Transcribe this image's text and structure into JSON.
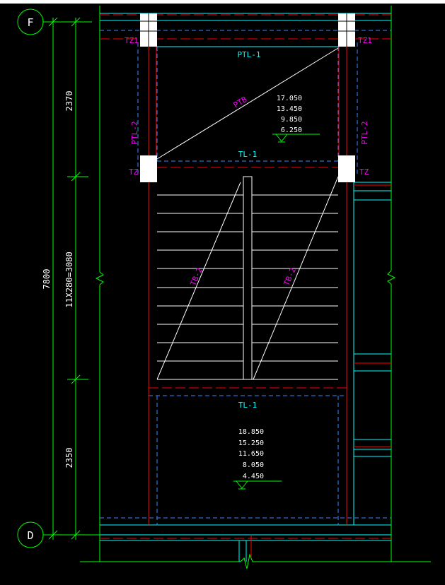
{
  "title": "",
  "colors": {
    "background": "#000000",
    "green": "#00ff00",
    "white": "#ffffff",
    "cyan": "#00ffff",
    "red": "#ff0000",
    "blue": "#3a8cff",
    "magenta": "#ff00ff"
  },
  "axes": {
    "top": "F",
    "bottom": "D"
  },
  "dimensions": {
    "total": "7800",
    "upper": "2370",
    "middle": "11X280=3080",
    "lower": "2350"
  },
  "labels": {
    "tz1_left": "TZ1",
    "tz1_right": "TZ1",
    "ptl1": "PTL-1",
    "ptb": "PTB",
    "ptl2_left": "PTL-2",
    "ptl2_right": "PTL-2",
    "tl1_top": "TL-1",
    "tz_left": "TZ",
    "tz_right": "TZ",
    "tb_left": "TB-2",
    "tb_right": "TB-2",
    "tl1_bottom": "TL-1"
  },
  "elevations_upper": [
    "17.050",
    "13.450",
    "9.850",
    "6.250"
  ],
  "elevations_lower": [
    "18.850",
    "15.250",
    "11.650",
    "8.050",
    "4.450"
  ]
}
